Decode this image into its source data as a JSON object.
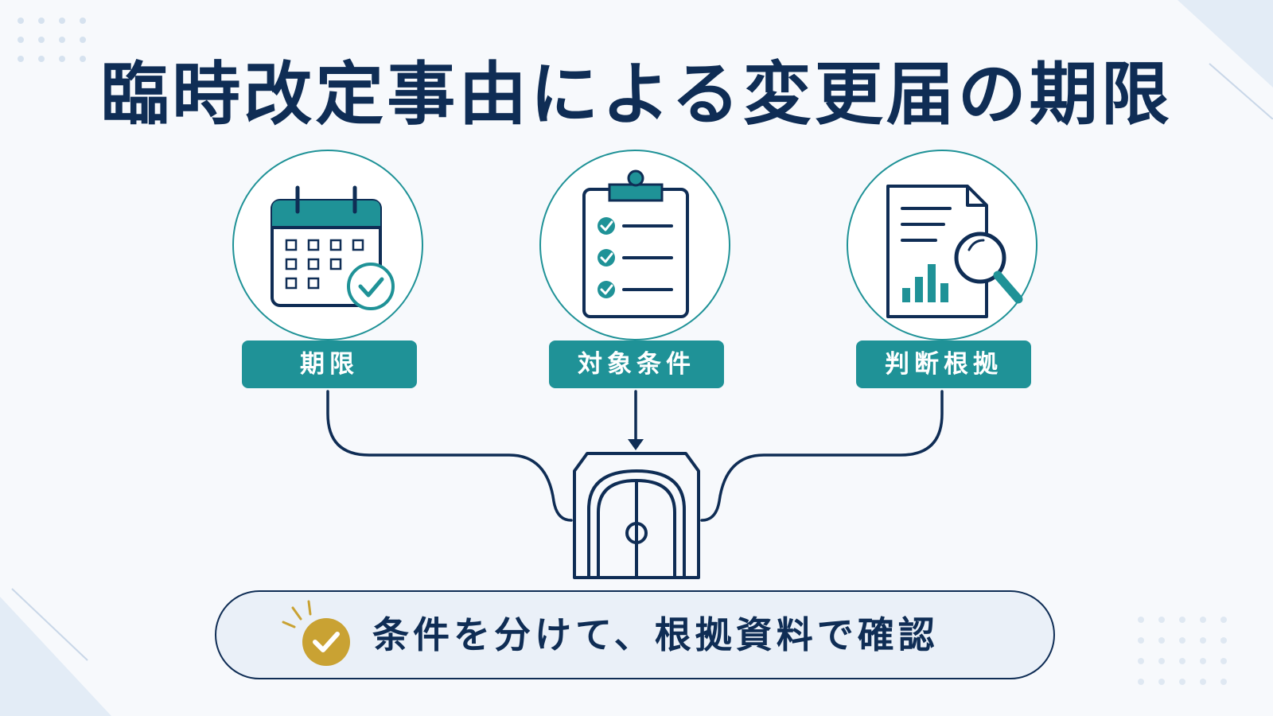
{
  "title": "臨時改定事由による変更届の期限",
  "items": [
    {
      "label": "期限",
      "icon": "calendar-check-icon"
    },
    {
      "label": "対象条件",
      "icon": "clipboard-checklist-icon"
    },
    {
      "label": "判断根拠",
      "icon": "document-search-icon"
    }
  ],
  "center_icon": "door-gate-icon",
  "summary": {
    "text": "条件を分けて、根拠資料で確認",
    "icon": "check-badge-icon"
  },
  "colors": {
    "navy": "#0f2d55",
    "teal": "#1f9297",
    "gold": "#c9a233",
    "pill_bg": "#eaf0f8"
  }
}
